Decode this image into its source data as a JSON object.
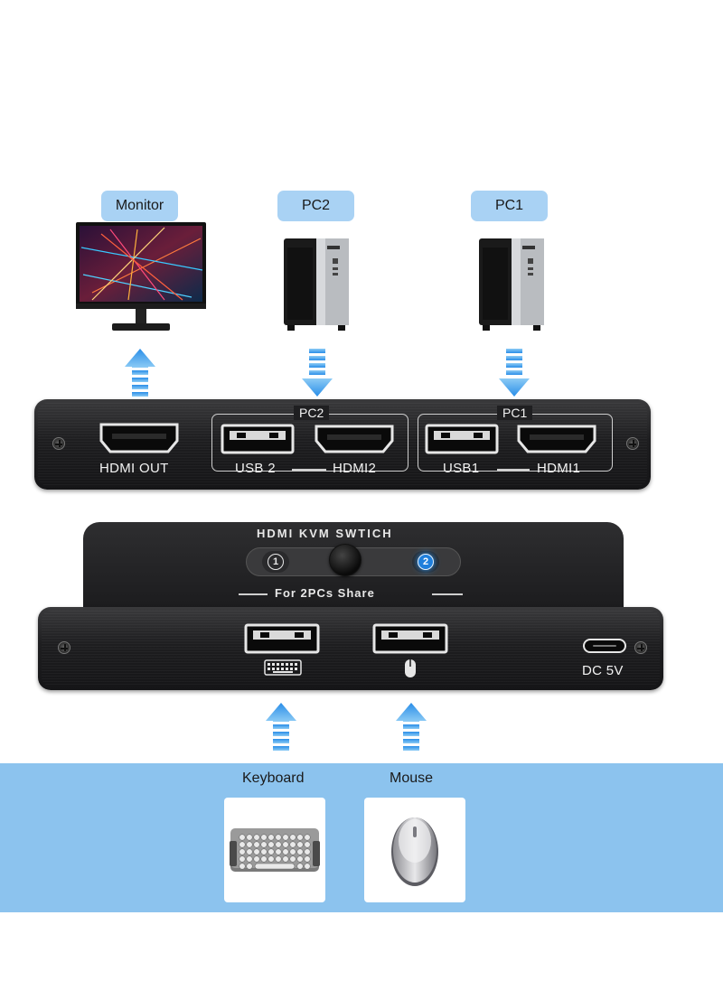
{
  "devices": {
    "monitor": "Monitor",
    "pc2": "PC2",
    "pc1": "PC1"
  },
  "rear_panel": {
    "hdmi_out": "HDMI OUT",
    "group_pc2": "PC2",
    "group_pc1": "PC1",
    "usb2": "USB 2",
    "hdmi2": "HDMI2",
    "usb1": "USB1",
    "hdmi1": "HDMI1"
  },
  "front_panel": {
    "title": "HDMI KVM SWTICH",
    "share": "For 2PCs Share",
    "button_1": "1",
    "button_2": "2",
    "power": "DC 5V"
  },
  "peripherals": {
    "keyboard": "Keyboard",
    "mouse": "Mouse"
  },
  "colors": {
    "accent": "#2a8ee8",
    "label_bg": "#a9d2f4",
    "band": "#8cc3ee",
    "device": "#1e1e20"
  }
}
